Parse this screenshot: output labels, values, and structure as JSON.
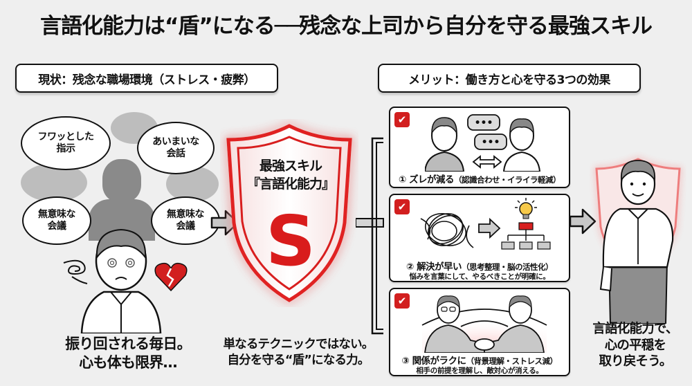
{
  "title": "言語化能力は“盾”になる──残念な上司から自分を守る最強スキル",
  "left_section": {
    "label": "現状：残念な職場環境（ストレス・疲弊）",
    "bubbles": [
      {
        "line1": "フワッとした",
        "line2": "指示"
      },
      {
        "line1": "あいまいな",
        "line2": "会話"
      },
      {
        "line1": "無意味な",
        "line2": "会議"
      },
      {
        "line1": "無意味な",
        "line2": "会議"
      }
    ],
    "caption_line1": "振り回される毎日。",
    "caption_line2": "心も体も限界…"
  },
  "center": {
    "shield_line1": "最強スキル",
    "shield_line2": "『言語化能力』",
    "shield_letter": "S",
    "caption_line1": "単なるテクニックではない。",
    "caption_line2": "自分を守る“盾”になる力。"
  },
  "right_section": {
    "label": "メリット：働き方と心を守る3つの効果",
    "benefits": [
      {
        "check": "✔",
        "number": "①",
        "title": "ズレが減る",
        "detail": "（認識合わせ・イライラ軽減）",
        "sub": ""
      },
      {
        "check": "✔",
        "number": "②",
        "title": "解決が早い",
        "detail": "（思考整理・脳の活性化）",
        "sub": "悩みを言葉にして、やるべきことが明確に。"
      },
      {
        "check": "✔",
        "number": "③",
        "title": "関係がラクに",
        "detail": "（背景理解・ストレス減）",
        "sub": "相手の前提を理解し、敵対心が消える。"
      }
    ]
  },
  "outcome": {
    "caption_line1": "言語化能力で、",
    "caption_line2": "心の平穏を",
    "caption_line3": "取り戻そう。"
  },
  "colors": {
    "accent_red": "#d21f1f",
    "background": "#efefef",
    "ink": "#111111",
    "grey_cloud": "#bdbdbd"
  }
}
